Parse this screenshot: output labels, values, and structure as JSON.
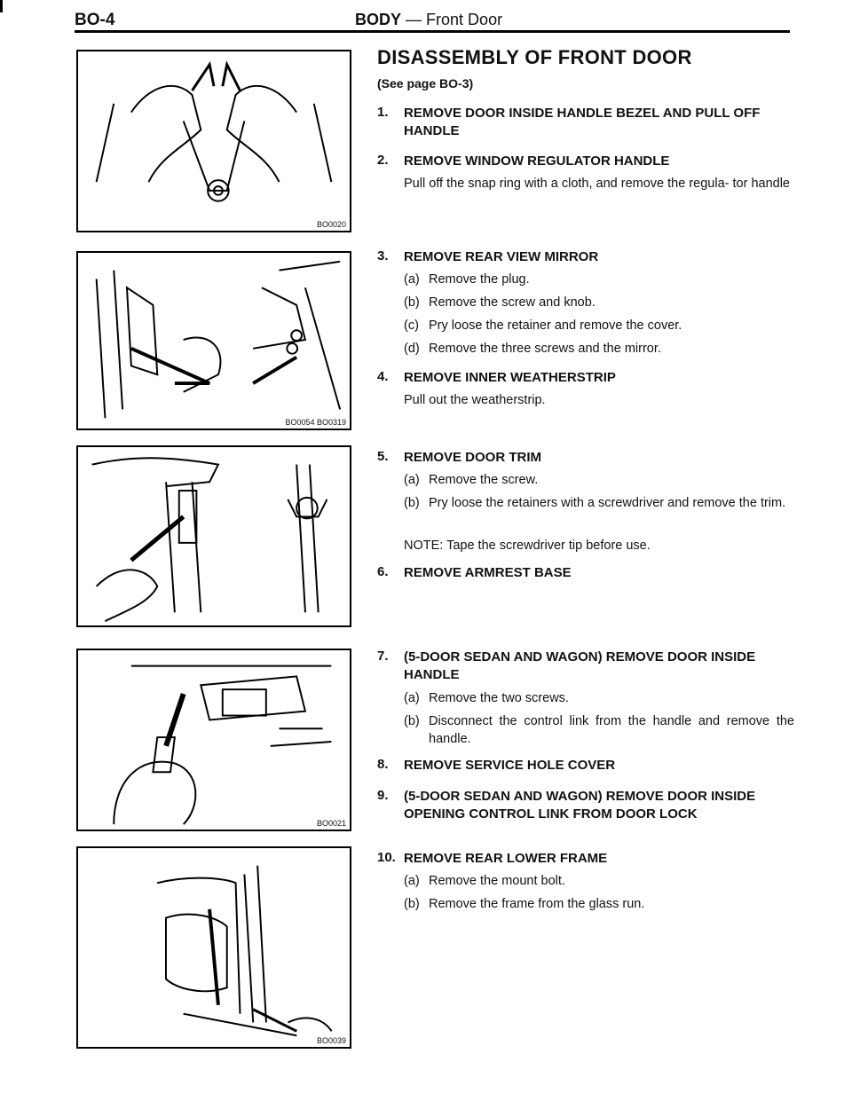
{
  "header": {
    "page": "BO-4",
    "section": "BODY",
    "dash": "—",
    "subsection": "Front Door"
  },
  "figures": [
    {
      "code": "BO0020",
      "icon": "door-handle-removal-illustration"
    },
    {
      "code": "BO0054  BO0319",
      "icon": "rear-view-mirror-illustration"
    },
    {
      "code": "",
      "icon": "door-trim-removal-illustration"
    },
    {
      "code": "BO0021",
      "icon": "inside-handle-removal-illustration"
    },
    {
      "code": "BO0039",
      "icon": "rear-lower-frame-illustration"
    }
  ],
  "title": "DISASSEMBLY OF FRONT DOOR",
  "see_page": "(See page BO-3)",
  "steps": [
    {
      "num": "1.",
      "title": "REMOVE DOOR INSIDE HANDLE BEZEL AND PULL OFF HANDLE"
    },
    {
      "num": "2.",
      "title": "REMOVE WINDOW REGULATOR HANDLE",
      "body": "Pull off the snap ring with a cloth, and remove the regula- tor handle"
    },
    {
      "num": "3.",
      "title": "REMOVE REAR VIEW MIRROR",
      "subs": [
        {
          "letter": "(a)",
          "text": "Remove the plug."
        },
        {
          "letter": "(b)",
          "text": "Remove the screw and knob."
        },
        {
          "letter": "(c)",
          "text": "Pry loose the retainer and remove the cover."
        },
        {
          "letter": "(d)",
          "text": "Remove the three screws and the mirror."
        }
      ]
    },
    {
      "num": "4.",
      "title": "REMOVE INNER WEATHERSTRIP",
      "body": "Pull out the weatherstrip."
    },
    {
      "num": "5.",
      "title": "REMOVE DOOR TRIM",
      "subs": [
        {
          "letter": "(a)",
          "text": "Remove the screw."
        },
        {
          "letter": "(b)",
          "text": "Pry loose the retainers with a screwdriver and remove the trim."
        }
      ],
      "note": "NOTE:   Tape the screwdriver tip before use."
    },
    {
      "num": "6.",
      "title": "REMOVE ARMREST BASE"
    },
    {
      "num": "7.",
      "title": "(5-DOOR SEDAN AND WAGON) REMOVE DOOR INSIDE HANDLE",
      "subs": [
        {
          "letter": "(a)",
          "text": "Remove the two screws."
        },
        {
          "letter": "(b)",
          "text": "Disconnect the control link from the handle and remove the handle."
        }
      ]
    },
    {
      "num": "8.",
      "title": "REMOVE SERVICE HOLE COVER"
    },
    {
      "num": "9.",
      "title": "(5-DOOR SEDAN AND WAGON) REMOVE DOOR INSIDE OPENING CONTROL LINK FROM DOOR LOCK"
    },
    {
      "num": "10.",
      "title": "REMOVE REAR LOWER FRAME",
      "subs": [
        {
          "letter": "(a)",
          "text": "Remove the mount bolt."
        },
        {
          "letter": "(b)",
          "text": "Remove the frame from the glass run."
        }
      ]
    }
  ]
}
